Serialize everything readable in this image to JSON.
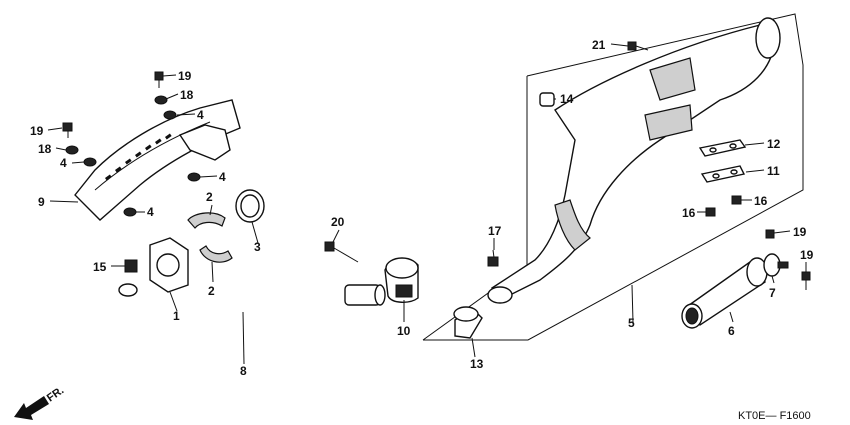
{
  "diagram_code": "KT0E— F1600",
  "direction_label": "FR.",
  "callouts": {
    "p1": "1",
    "p2a": "2",
    "p2b": "2",
    "p3": "3",
    "p4a": "4",
    "p4b": "4",
    "p4c": "4",
    "p4d": "4",
    "p5": "5",
    "p6": "6",
    "p7": "7",
    "p8": "8",
    "p9": "9",
    "p10": "10",
    "p11": "11",
    "p12": "12",
    "p13": "13",
    "p14": "14",
    "p15": "15",
    "p16a": "16",
    "p16b": "16",
    "p17": "17",
    "p18a": "18",
    "p18b": "18",
    "p19a": "19",
    "p19b": "19",
    "p19c": "19",
    "p19d": "19",
    "p20": "20",
    "p21": "21"
  }
}
